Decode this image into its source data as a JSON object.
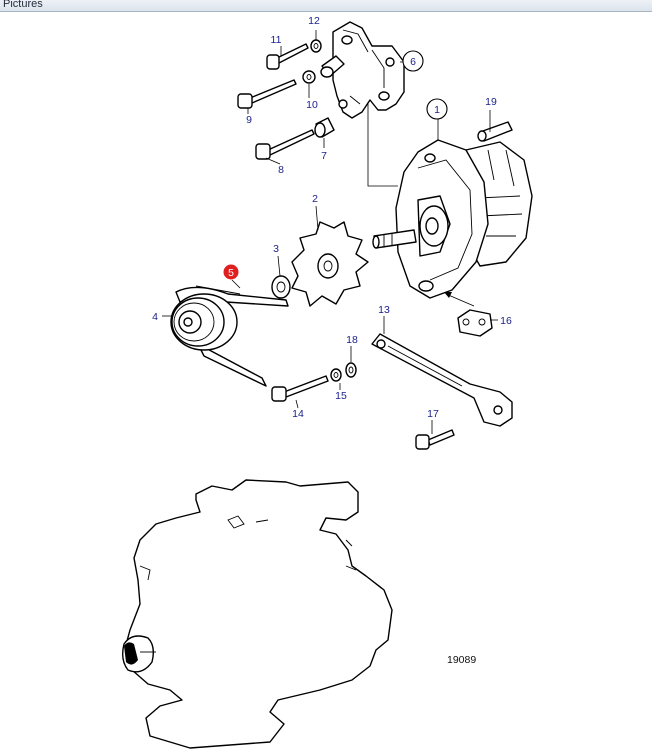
{
  "window": {
    "title": "Pictures"
  },
  "figure_number": "19089",
  "colors": {
    "label_text": "#1a1f8c",
    "highlight": "#e02020",
    "titlebar": "#dbe3ec"
  },
  "callouts": {
    "p1": "1",
    "p2": "2",
    "p3": "3",
    "p4": "4",
    "p5": "5",
    "p6": "6",
    "p7": "7",
    "p8": "8",
    "p9": "9",
    "p10": "10",
    "p11": "11",
    "p12": "12",
    "p13": "13",
    "p14": "14",
    "p15": "15",
    "p16": "16",
    "p17": "17",
    "p18": "18",
    "p19": "19"
  }
}
